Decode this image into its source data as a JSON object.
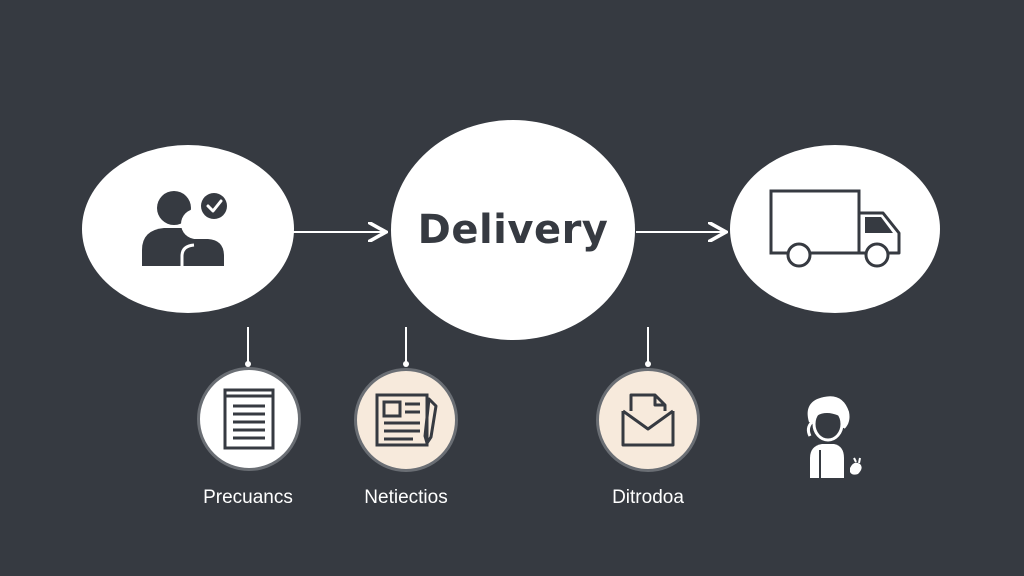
{
  "diagram": {
    "center_node": {
      "label": "Delivery"
    },
    "left_node": {
      "icon": "users-check-icon"
    },
    "right_node": {
      "icon": "truck-icon"
    },
    "sub_items": [
      {
        "label": "Precuancs",
        "icon": "document-list-icon"
      },
      {
        "label": "Netiectios",
        "icon": "newspaper-edit-icon"
      },
      {
        "label": "Ditrodoa",
        "icon": "mail-envelope-icon"
      }
    ],
    "extra_icon": "person-waving-icon"
  },
  "colors": {
    "background": "#363a41",
    "node": "#ffffff",
    "accent_node": "#f7eadc",
    "line": "#ffffff",
    "icon": "#363a41"
  }
}
